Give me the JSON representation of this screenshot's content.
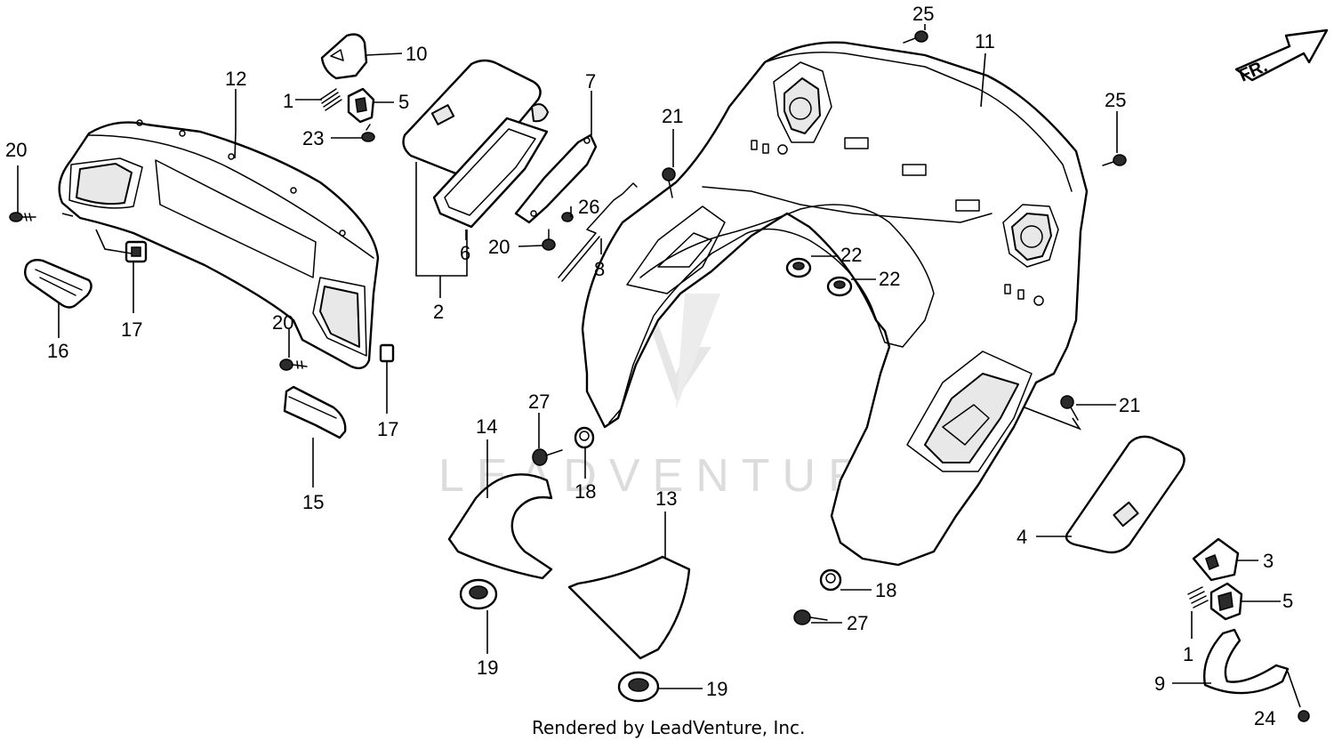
{
  "watermark": "LEADVENTURE",
  "footer": "Rendered by LeadVenture, Inc.",
  "direction_marker": "FR.",
  "callouts": [
    {
      "id": "c1",
      "text": "1"
    },
    {
      "id": "c1b",
      "text": "1"
    },
    {
      "id": "c2",
      "text": "2"
    },
    {
      "id": "c3",
      "text": "3"
    },
    {
      "id": "c4",
      "text": "4"
    },
    {
      "id": "c5",
      "text": "5"
    },
    {
      "id": "c5b",
      "text": "5"
    },
    {
      "id": "c6",
      "text": "6"
    },
    {
      "id": "c7",
      "text": "7"
    },
    {
      "id": "c8",
      "text": "8"
    },
    {
      "id": "c9",
      "text": "9"
    },
    {
      "id": "c10",
      "text": "10"
    },
    {
      "id": "c11",
      "text": "11"
    },
    {
      "id": "c12",
      "text": "12"
    },
    {
      "id": "c13",
      "text": "13"
    },
    {
      "id": "c14",
      "text": "14"
    },
    {
      "id": "c15",
      "text": "15"
    },
    {
      "id": "c16",
      "text": "16"
    },
    {
      "id": "c17",
      "text": "17"
    },
    {
      "id": "c17b",
      "text": "17"
    },
    {
      "id": "c18",
      "text": "18"
    },
    {
      "id": "c18b",
      "text": "18"
    },
    {
      "id": "c19",
      "text": "19"
    },
    {
      "id": "c19b",
      "text": "19"
    },
    {
      "id": "c20",
      "text": "20"
    },
    {
      "id": "c20b",
      "text": "20"
    },
    {
      "id": "c20c",
      "text": "20"
    },
    {
      "id": "c21",
      "text": "21"
    },
    {
      "id": "c21b",
      "text": "21"
    },
    {
      "id": "c22",
      "text": "22"
    },
    {
      "id": "c22b",
      "text": "22"
    },
    {
      "id": "c23",
      "text": "23"
    },
    {
      "id": "c24",
      "text": "24"
    },
    {
      "id": "c25",
      "text": "25"
    },
    {
      "id": "c25b",
      "text": "25"
    },
    {
      "id": "c26",
      "text": "26"
    },
    {
      "id": "c27",
      "text": "27"
    },
    {
      "id": "c27b",
      "text": "27"
    }
  ]
}
